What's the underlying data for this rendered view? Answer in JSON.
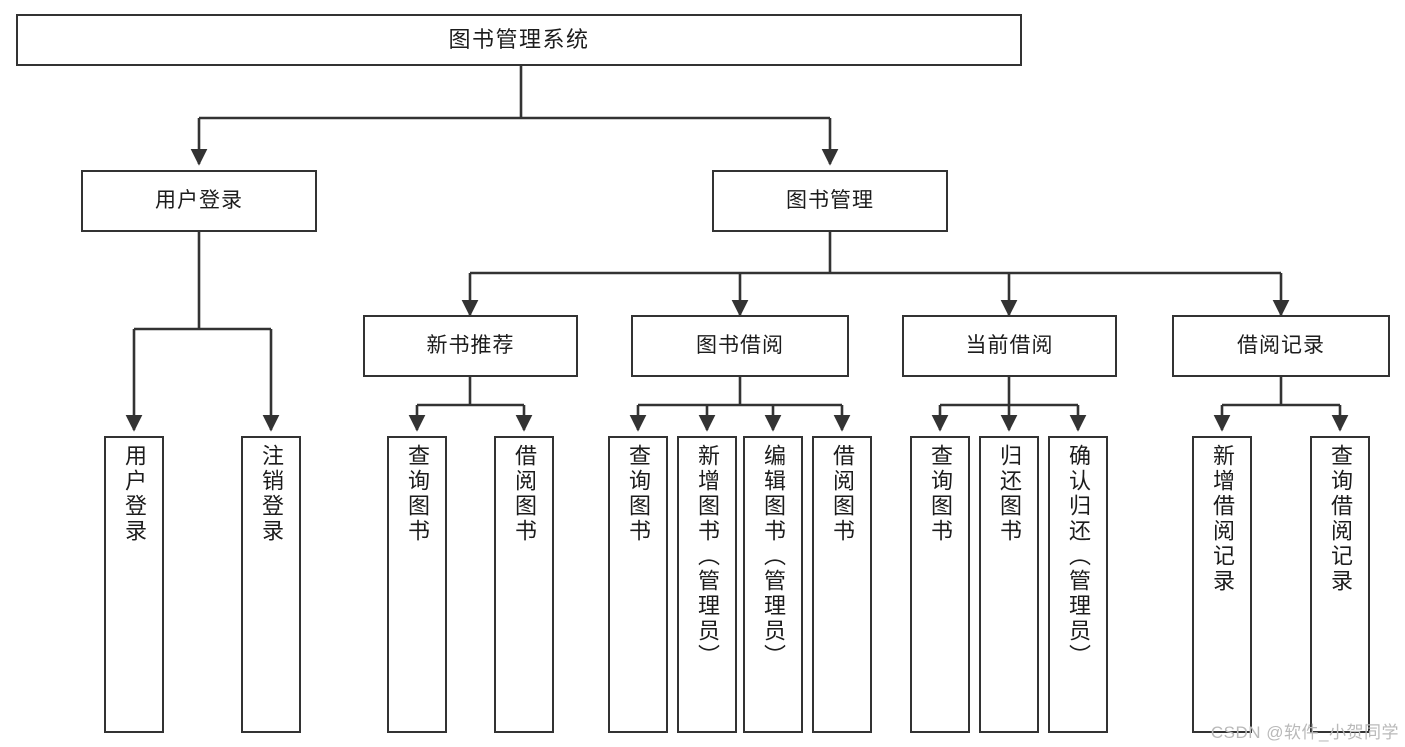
{
  "diagram": {
    "title": "图书管理系统",
    "type": "tree-hierarchy-diagram",
    "watermark": "CSDN @软件_小贺同学",
    "style": {
      "box_border_color": "#333333",
      "box_fill_color": "#ffffff",
      "line_color": "#333333",
      "text_color": "#1c1c1c",
      "background_color": "#ffffff",
      "watermark_color": "#b9b9b9"
    },
    "levels": {
      "root": "图书管理系统",
      "level2": [
        "用户登录",
        "图书管理"
      ],
      "level3": [
        "新书推荐",
        "图书借阅",
        "当前借阅",
        "借阅记录"
      ]
    },
    "nodes": {
      "root": {
        "label": "图书管理系统"
      },
      "user_login": {
        "label": "用户登录"
      },
      "book_manage": {
        "label": "图书管理"
      },
      "new_book_rec": {
        "label": "新书推荐"
      },
      "book_borrow": {
        "label": "图书借阅"
      },
      "current_borrow": {
        "label": "当前借阅"
      },
      "borrow_record": {
        "label": "借阅记录"
      },
      "leaf_user_login": {
        "label": "用户登录"
      },
      "leaf_logout": {
        "label": "注销登录"
      },
      "leaf_query_book_1": {
        "label": "查询图书"
      },
      "leaf_borrow_book_1": {
        "label": "借阅图书"
      },
      "leaf_query_book_2": {
        "label": "查询图书"
      },
      "leaf_add_book_admin": {
        "label": "新增图书（管理员）"
      },
      "leaf_edit_book_admin": {
        "label": "编辑图书（管理员）"
      },
      "leaf_borrow_book_2": {
        "label": "借阅图书"
      },
      "leaf_query_book_3": {
        "label": "查询图书"
      },
      "leaf_return_book": {
        "label": "归还图书"
      },
      "leaf_confirm_return_admin": {
        "label": "确认归还（管理员）"
      },
      "leaf_add_record": {
        "label": "新增借阅记录"
      },
      "leaf_query_record": {
        "label": "查询借阅记录"
      }
    }
  }
}
